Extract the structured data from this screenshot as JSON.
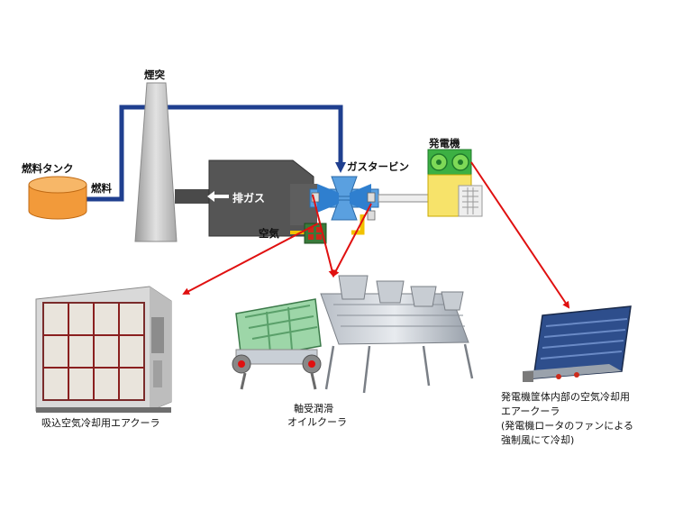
{
  "labels": {
    "chimney": "煙突",
    "fuel_tank": "燃料タンク",
    "fuel": "燃料",
    "exhaust_gas": "排ガス",
    "gas_turbine": "ガスタービン",
    "air": "空気",
    "generator": "発電機",
    "intake_cooler": "吸込空気冷却用エアクーラ",
    "oil_cooler_line1": "軸受潤滑",
    "oil_cooler_line2": "オイルクーラ",
    "gen_cooler_line1": "発電機筐体内部の空気冷却用",
    "gen_cooler_line2": "エアークーラ",
    "gen_cooler_line3": "(発電機ロータのファンによる",
    "gen_cooler_line4": "強制風にて冷却)"
  },
  "colors": {
    "fuel_pipe": "#1f3f8f",
    "arrow_red": "#e01010",
    "tank": "#f29a3a",
    "chimney": "#c8c8c8",
    "exhaust_duct": "#555555",
    "turbine": "#5aa0e0",
    "generator_body": "#f7e36a",
    "generator_fan": "#3cb043",
    "air_arrow": "#f2c200"
  }
}
